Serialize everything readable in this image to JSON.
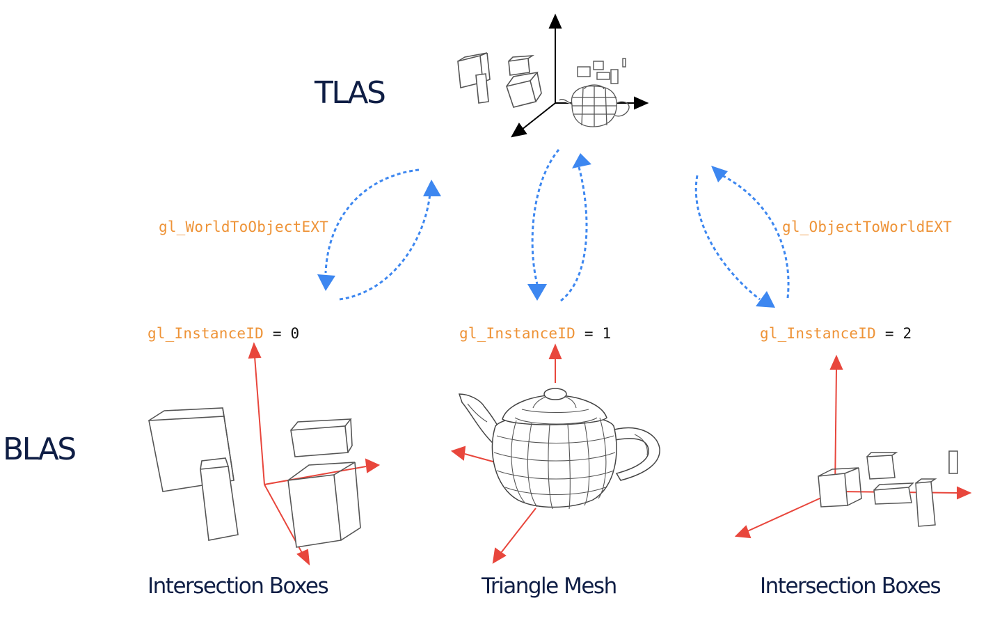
{
  "tiers": {
    "top": "TLAS",
    "bottom": "BLAS"
  },
  "transforms": {
    "world_to_object": "gl_WorldToObjectEXT",
    "object_to_world": "gl_ObjectToWorldEXT"
  },
  "instances": [
    {
      "builtin": "gl_InstanceID",
      "equals": "=",
      "value": "0",
      "caption": "Intersection Boxes"
    },
    {
      "builtin": "gl_InstanceID",
      "equals": "=",
      "value": "1",
      "caption": "Triangle Mesh"
    },
    {
      "builtin": "gl_InstanceID",
      "equals": "=",
      "value": "2",
      "caption": "Intersection Boxes"
    }
  ],
  "colors": {
    "heading": "#0f1e45",
    "code_builtin": "#ee9337",
    "transform_arrow": "#3d87f0",
    "local_axis": "#e8463c",
    "world_axis": "#000000",
    "wireframe": "#555555"
  }
}
